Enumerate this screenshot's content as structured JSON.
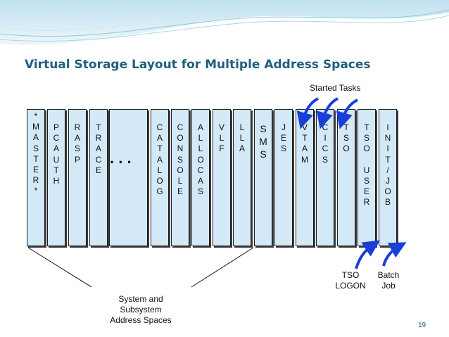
{
  "title": "Virtual Storage Layout for Multiple Address Spaces",
  "columns": [
    {
      "id": "master",
      "chars": [
        "*",
        "M",
        "A",
        "S",
        "T",
        "E",
        "R",
        "*"
      ]
    },
    {
      "id": "pcauth",
      "chars": [
        "P",
        "C",
        "A",
        "U",
        "T",
        "H"
      ]
    },
    {
      "id": "rasp",
      "chars": [
        "R",
        "A",
        "S",
        "P"
      ]
    },
    {
      "id": "trace",
      "chars": [
        "T",
        "R",
        "A",
        "C",
        "E"
      ]
    },
    {
      "id": "ellipsis",
      "chars": []
    },
    {
      "id": "catalog",
      "chars": [
        "C",
        "A",
        "T",
        "A",
        "L",
        "O",
        "G"
      ]
    },
    {
      "id": "console",
      "chars": [
        "C",
        "O",
        "N",
        "S",
        "O",
        "L",
        "E"
      ]
    },
    {
      "id": "allocas",
      "chars": [
        "A",
        "L",
        "L",
        "O",
        "C",
        "A",
        "S"
      ]
    },
    {
      "id": "vlf",
      "chars": [
        "V",
        "L",
        "F"
      ]
    },
    {
      "id": "lla",
      "chars": [
        "L",
        "L",
        "A"
      ]
    },
    {
      "id": "sms",
      "chars": [
        "S",
        "M",
        "S"
      ]
    },
    {
      "id": "jes",
      "chars": [
        "J",
        "E",
        "S"
      ]
    },
    {
      "id": "vtam",
      "chars": [
        "V",
        "T",
        "A",
        "M"
      ]
    },
    {
      "id": "cics",
      "chars": [
        "C",
        "I",
        "C",
        "S"
      ]
    },
    {
      "id": "tso",
      "chars": [
        "T",
        "S",
        "O"
      ]
    },
    {
      "id": "tso-user",
      "chars": [
        "T",
        "S",
        "O",
        "",
        "U",
        "S",
        "E",
        "R"
      ]
    },
    {
      "id": "init-job",
      "chars": [
        "I",
        "N",
        "I",
        "T",
        "/",
        "J",
        "O",
        "B"
      ]
    }
  ],
  "ellipsis_text": ". . .",
  "labels": {
    "started_tasks": "Started Tasks",
    "tso_logon_line1": "TSO",
    "tso_logon_line2": "LOGON",
    "batch_job_line1": "Batch",
    "batch_job_line2": "Job",
    "system_line1": "System and",
    "system_line2": "Subsystem",
    "system_line3": "Address Spaces"
  },
  "page_number": "19",
  "colors": {
    "title": "#1f5f7f",
    "column_fill": "#d3e9f7",
    "arrow": "#1a3fd6"
  }
}
